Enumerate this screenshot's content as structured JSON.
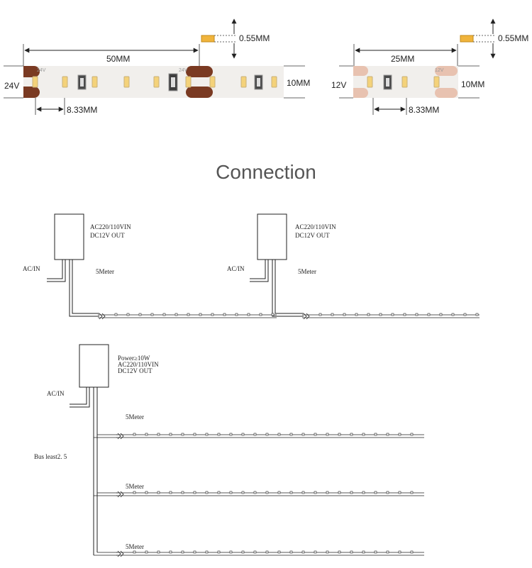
{
  "strip_24v": {
    "voltage": "24V",
    "length_label": "50MM",
    "width_label": "10MM",
    "thickness_label": "0.55MM",
    "pitch_label": "8.33MM",
    "pcb_text": "24V"
  },
  "strip_12v": {
    "voltage": "12V",
    "length_label": "25MM",
    "width_label": "10MM",
    "thickness_label": "0.55MM",
    "pitch_label": "8.33MM",
    "pcb_text": "12V"
  },
  "section_title": "Connection",
  "diagram_1": {
    "psu_a": {
      "line1": "AC220/110VIN",
      "line2": "DC12V OUT",
      "input_label": "AC/IN",
      "length_label": "5Meter"
    },
    "psu_b": {
      "line1": "AC220/110VIN",
      "line2": "DC12V OUT",
      "input_label": "AC/IN",
      "length_label": "5Meter"
    }
  },
  "diagram_2": {
    "psu": {
      "line1": "Power≥10W",
      "line2": "AC220/110VIN",
      "line3": "DC12V OUT",
      "input_label": "AC/IN"
    },
    "bus_label": "Bus least2. 5",
    "strips": [
      "5Meter",
      "5Meter",
      "5Meter"
    ]
  },
  "colors": {
    "strip_bg": "#f1efec",
    "pad": "#7a3a22",
    "pad_light": "#e8c2b0",
    "led_core": "#f4d27a",
    "title": "#555555"
  }
}
